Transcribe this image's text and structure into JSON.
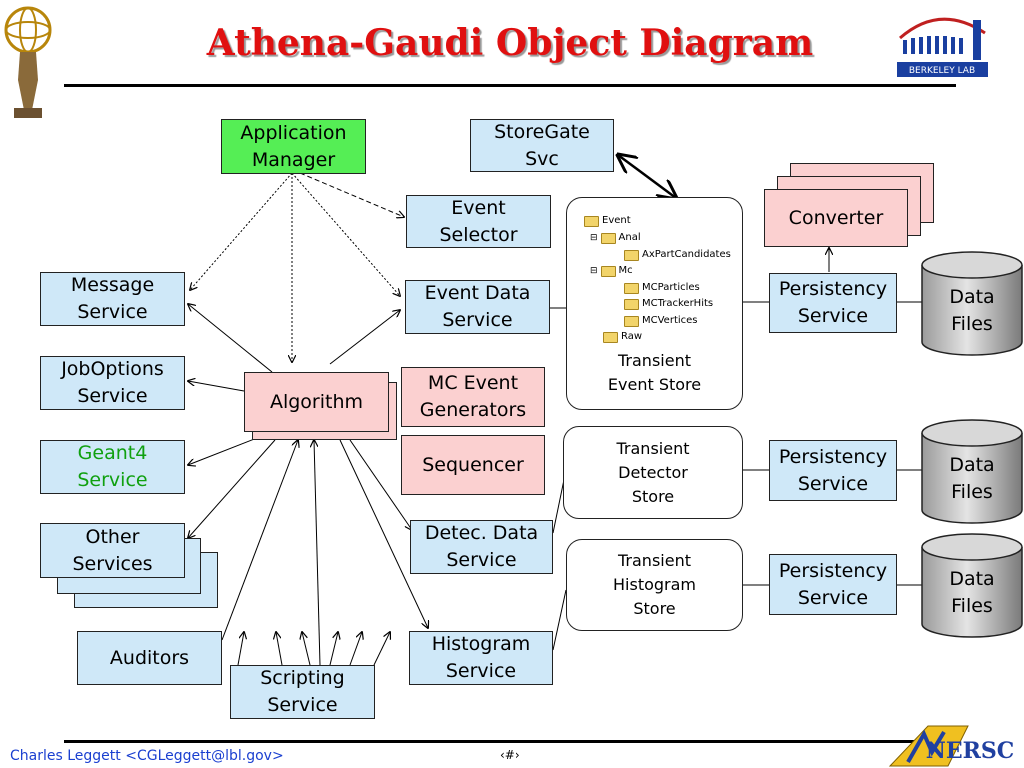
{
  "title": "Athena-Gaudi Object Diagram",
  "boxes": {
    "app_manager": "Application\nManager",
    "storegate": "StoreGate\nSvc",
    "event_selector": "Event\nSelector",
    "message_service": "Message\nService",
    "event_data_service": "Event Data\nService",
    "joboptions_service": "JobOptions\nService",
    "algorithm": "Algorithm",
    "mc_event_generators": "MC Event\nGenerators",
    "geant4_service": "Geant4\nService",
    "sequencer": "Sequencer",
    "other_services": "Other\nServices",
    "detec_data_service": "Detec. Data\nService",
    "auditors": "Auditors",
    "histogram_service": "Histogram\nService",
    "scripting_service": "Scripting\nService",
    "converter": "Converter",
    "persistency_1": "Persistency\nService",
    "persistency_2": "Persistency\nService",
    "persistency_3": "Persistency\nService"
  },
  "stores": {
    "transient_event": "Transient\nEvent Store",
    "transient_detector": "Transient\nDetector\nStore",
    "transient_histogram": "Transient\nHistogram\nStore"
  },
  "event_tree": {
    "root": "Event",
    "anal": "Anal",
    "axpart": "AxPartCandidates",
    "mc": "Mc",
    "mcparticles": "MCParticles",
    "mctrackerhits": "MCTrackerHits",
    "mcvertices": "MCVertices",
    "raw": "Raw"
  },
  "data_files": {
    "f1": "Data\nFiles",
    "f2": "Data\nFiles",
    "f3": "Data\nFiles"
  },
  "logos": {
    "berkeley": "BERKELEY LAB",
    "nersc": "NERSC"
  },
  "footer": {
    "author": "Charles Leggett <CGLeggett@lbl.gov>",
    "page": "‹#›"
  },
  "colors": {
    "title": "#e01010",
    "service_box": "#cfe8f8",
    "algorithm_box": "#fbd0d0",
    "app_manager_box": "#55ee55",
    "geant4_text": "#10a010",
    "footer_text": "#1a3fd0"
  }
}
